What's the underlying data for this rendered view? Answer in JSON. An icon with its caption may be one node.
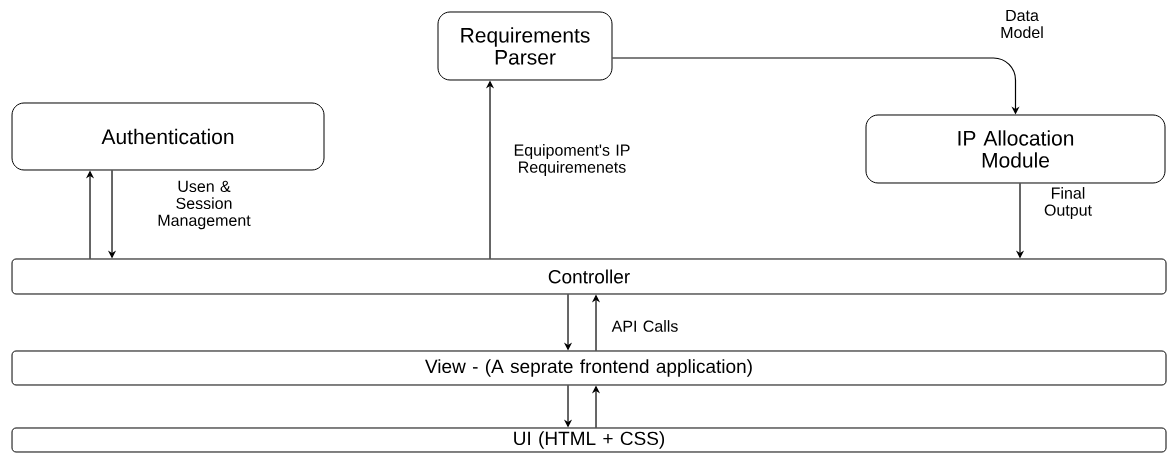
{
  "diagram": {
    "nodes": [
      {
        "text": [
          "Requirements Parser"
        ]
      },
      {
        "text": [
          "Authentication"
        ]
      },
      {
        "text": [
          "IP Allocation Module"
        ]
      },
      {
        "text": [
          "Controller"
        ]
      },
      {
        "text": [
          "View - (A seprate frontend application)"
        ]
      },
      {
        "text": [
          "UI (HTML + CSS)"
        ]
      }
    ],
    "edges": [
      {
        "from": 3,
        "to": 1,
        "arrow": "to"
      },
      {
        "from": 1,
        "to": 3,
        "arrow": "to",
        "label": "Usen & Session Management"
      },
      {
        "from": 3,
        "to": 0,
        "arrow": "to",
        "label": "Equipoment's IP Requiremenets"
      },
      {
        "from": 0,
        "to": 2,
        "arrow": "to",
        "label": "Data Model"
      },
      {
        "from": 2,
        "to": 3,
        "arrow": "to",
        "label": "Final Output"
      },
      {
        "from": 3,
        "to": 4,
        "arrow": "to"
      },
      {
        "from": 4,
        "to": 3,
        "arrow": "to",
        "label": "API Calls"
      },
      {
        "from": 4,
        "to": 5,
        "arrow": "to"
      },
      {
        "from": 5,
        "to": 4,
        "arrow": "to"
      }
    ]
  }
}
